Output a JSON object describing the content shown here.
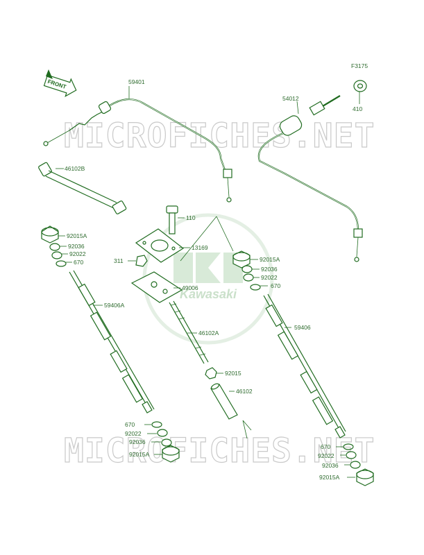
{
  "figure": {
    "code": "F3175",
    "front": "FRONT"
  },
  "watermark": {
    "text": "MICROFICHES.NET",
    "brand": "Kawasaki"
  },
  "labels": [
    {
      "id": "59401",
      "text": "59401"
    },
    {
      "id": "54012",
      "text": "54012"
    },
    {
      "id": "410",
      "text": "410"
    },
    {
      "id": "46102B",
      "text": "46102B"
    },
    {
      "id": "110",
      "text": "110"
    },
    {
      "id": "13169",
      "text": "13169"
    },
    {
      "id": "311",
      "text": "311"
    },
    {
      "id": "49006",
      "text": "49006"
    },
    {
      "id": "46102A",
      "text": "46102A"
    },
    {
      "id": "92015",
      "text": "92015"
    },
    {
      "id": "46102",
      "text": "46102"
    },
    {
      "id": "l92015A_1",
      "text": "92015A"
    },
    {
      "id": "l92036_1",
      "text": "92036"
    },
    {
      "id": "l92022_1",
      "text": "92022"
    },
    {
      "id": "l670_1",
      "text": "670"
    },
    {
      "id": "59406A",
      "text": "59406A"
    },
    {
      "id": "l670_2",
      "text": "670"
    },
    {
      "id": "l92022_2",
      "text": "92022"
    },
    {
      "id": "l92036_2",
      "text": "92036"
    },
    {
      "id": "l92015A_2",
      "text": "92015A"
    },
    {
      "id": "r92015A_1",
      "text": "92015A"
    },
    {
      "id": "r92036_1",
      "text": "92036"
    },
    {
      "id": "r92022_1",
      "text": "92022"
    },
    {
      "id": "r670_1",
      "text": "670"
    },
    {
      "id": "59406",
      "text": "59406"
    },
    {
      "id": "r670_2",
      "text": "670"
    },
    {
      "id": "r92022_2",
      "text": "92022"
    },
    {
      "id": "r92036_2",
      "text": "92036"
    },
    {
      "id": "r92015A_2",
      "text": "92015A"
    }
  ]
}
